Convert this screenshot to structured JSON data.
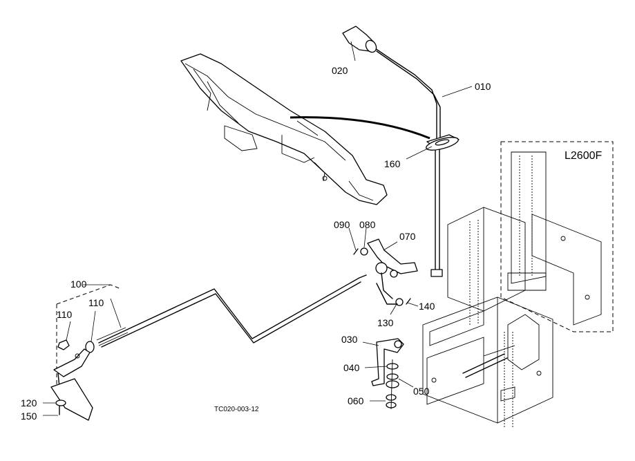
{
  "model_label": "L2600F",
  "figure_code": "TC020-003-12",
  "callouts": [
    {
      "id": "020",
      "text": "020"
    },
    {
      "id": "010",
      "text": "010"
    },
    {
      "id": "160",
      "text": "160"
    },
    {
      "id": "090",
      "text": "090"
    },
    {
      "id": "080",
      "text": "080"
    },
    {
      "id": "070",
      "text": "070"
    },
    {
      "id": "100",
      "text": "100"
    },
    {
      "id": "110a",
      "text": "110"
    },
    {
      "id": "110b",
      "text": "110"
    },
    {
      "id": "140",
      "text": "140"
    },
    {
      "id": "130",
      "text": "130"
    },
    {
      "id": "030",
      "text": "030"
    },
    {
      "id": "040",
      "text": "040"
    },
    {
      "id": "050",
      "text": "050"
    },
    {
      "id": "060",
      "text": "060"
    },
    {
      "id": "120",
      "text": "120"
    },
    {
      "id": "150",
      "text": "150"
    }
  ]
}
